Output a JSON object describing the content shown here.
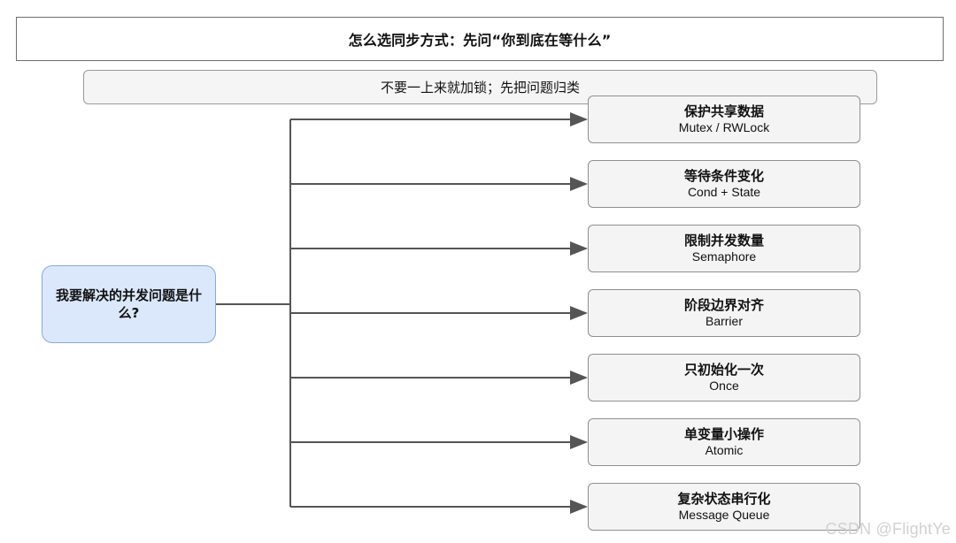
{
  "title": "怎么选同步方式：先问“你到底在等什么”",
  "subtitle": "不要一上来就加锁；先把问题归类",
  "root": "我要解决的并发问题是什\n么?",
  "branches": [
    {
      "title": "保护共享数据",
      "subtitle": "Mutex / RWLock"
    },
    {
      "title": "等待条件变化",
      "subtitle": "Cond + State"
    },
    {
      "title": "限制并发数量",
      "subtitle": "Semaphore"
    },
    {
      "title": "阶段边界对齐",
      "subtitle": "Barrier"
    },
    {
      "title": "只初始化一次",
      "subtitle": "Once"
    },
    {
      "title": "单变量小操作",
      "subtitle": "Atomic"
    },
    {
      "title": "复杂状态串行化",
      "subtitle": "Message Queue"
    }
  ],
  "watermark": "CSDN @FlightYe",
  "colors": {
    "line": "#555555",
    "root_fill": "#dbe8fc",
    "root_border": "#8aa8d8",
    "leaf_fill": "#f4f4f4",
    "leaf_border": "#8f8f8f"
  }
}
